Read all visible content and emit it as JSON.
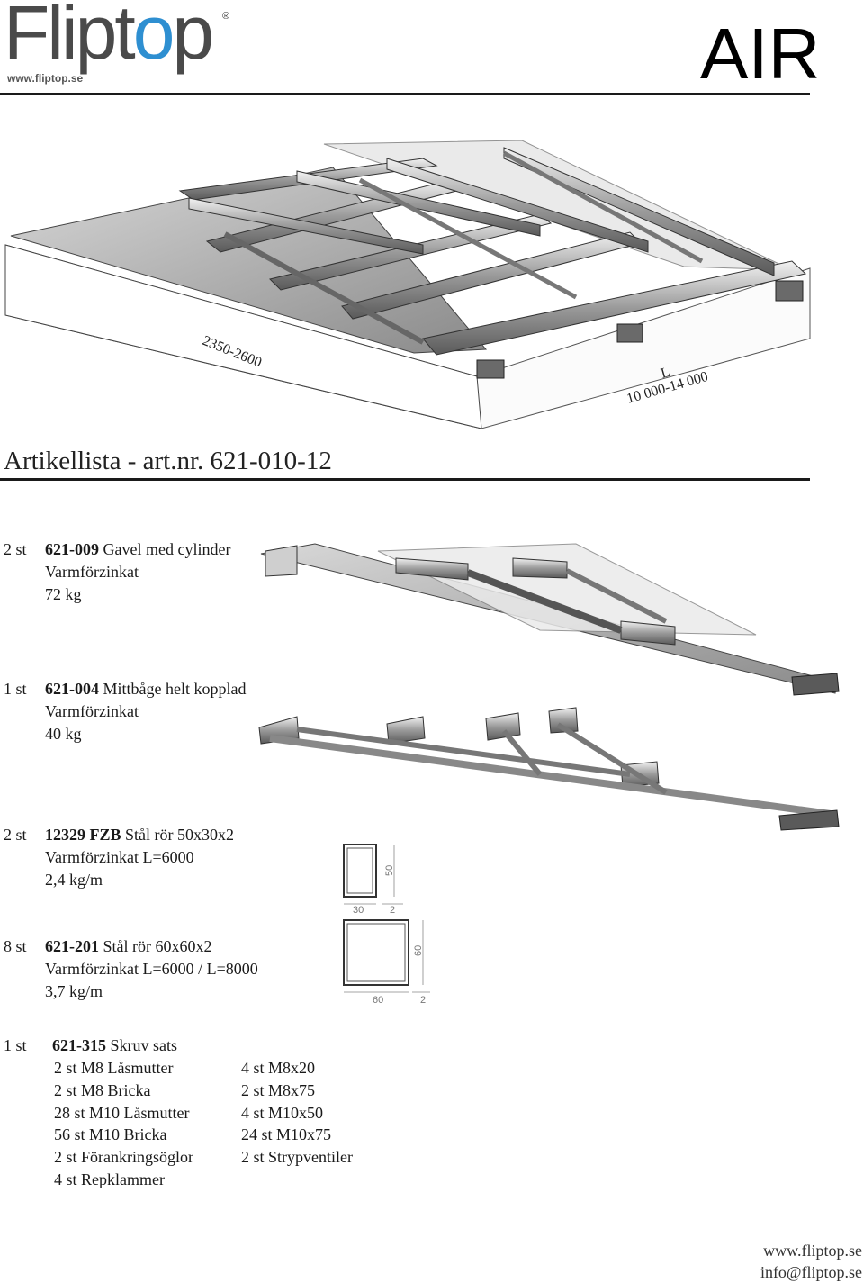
{
  "header": {
    "logo_main": "Fliptop",
    "logo_reg": "®",
    "logo_url": "www.fliptop.se",
    "product": "AIR"
  },
  "drawing": {
    "width_label": "2350-2600",
    "length_label": "L",
    "length_range": "10 000-14 000"
  },
  "heading": "Artikellista - art.nr. 621-010-12",
  "items": [
    {
      "qty": "2 st",
      "code": "621-009",
      "name": "Gavel med cylinder",
      "line2": "Varmförzinkat",
      "line3": "72 kg"
    },
    {
      "qty": "1 st",
      "code": "621-004",
      "name": "Mittbåge helt kopplad",
      "line2": "Varmförzinkat",
      "line3": "40 kg"
    },
    {
      "qty": "2 st",
      "code": "12329 FZB",
      "name": "Stål rör 50x30x2",
      "line2": "Varmförzinkat L=6000",
      "line3": "2,4 kg/m",
      "profile": {
        "w": "30",
        "h": "50",
        "t": "2"
      }
    },
    {
      "qty": "8 st",
      "code": "621-201",
      "name": "Stål rör 60x60x2",
      "line2": "Varmförzinkat L=6000 / L=8000",
      "line3": "3,7 kg/m",
      "profile": {
        "w": "60",
        "h": "60",
        "t": "2"
      }
    }
  ],
  "kit": {
    "qty": "1 st",
    "code": "621-315",
    "name": "Skruv sats",
    "left": [
      "2 st M8 Låsmutter",
      "2 st M8 Bricka",
      "28 st M10 Låsmutter",
      "56 st M10 Bricka",
      "2 st Förankringsöglor",
      "4 st Repklammer"
    ],
    "right": [
      "4 st M8x20",
      "2 st M8x75",
      "4 st M10x50",
      "24 st M10x75",
      "2 st Strypventiler"
    ]
  },
  "footer": {
    "web": "www.fliptop.se",
    "email": "info@fliptop.se"
  },
  "colors": {
    "logo_blue": "#2e8fd1",
    "logo_gray": "#4a4a4a"
  }
}
